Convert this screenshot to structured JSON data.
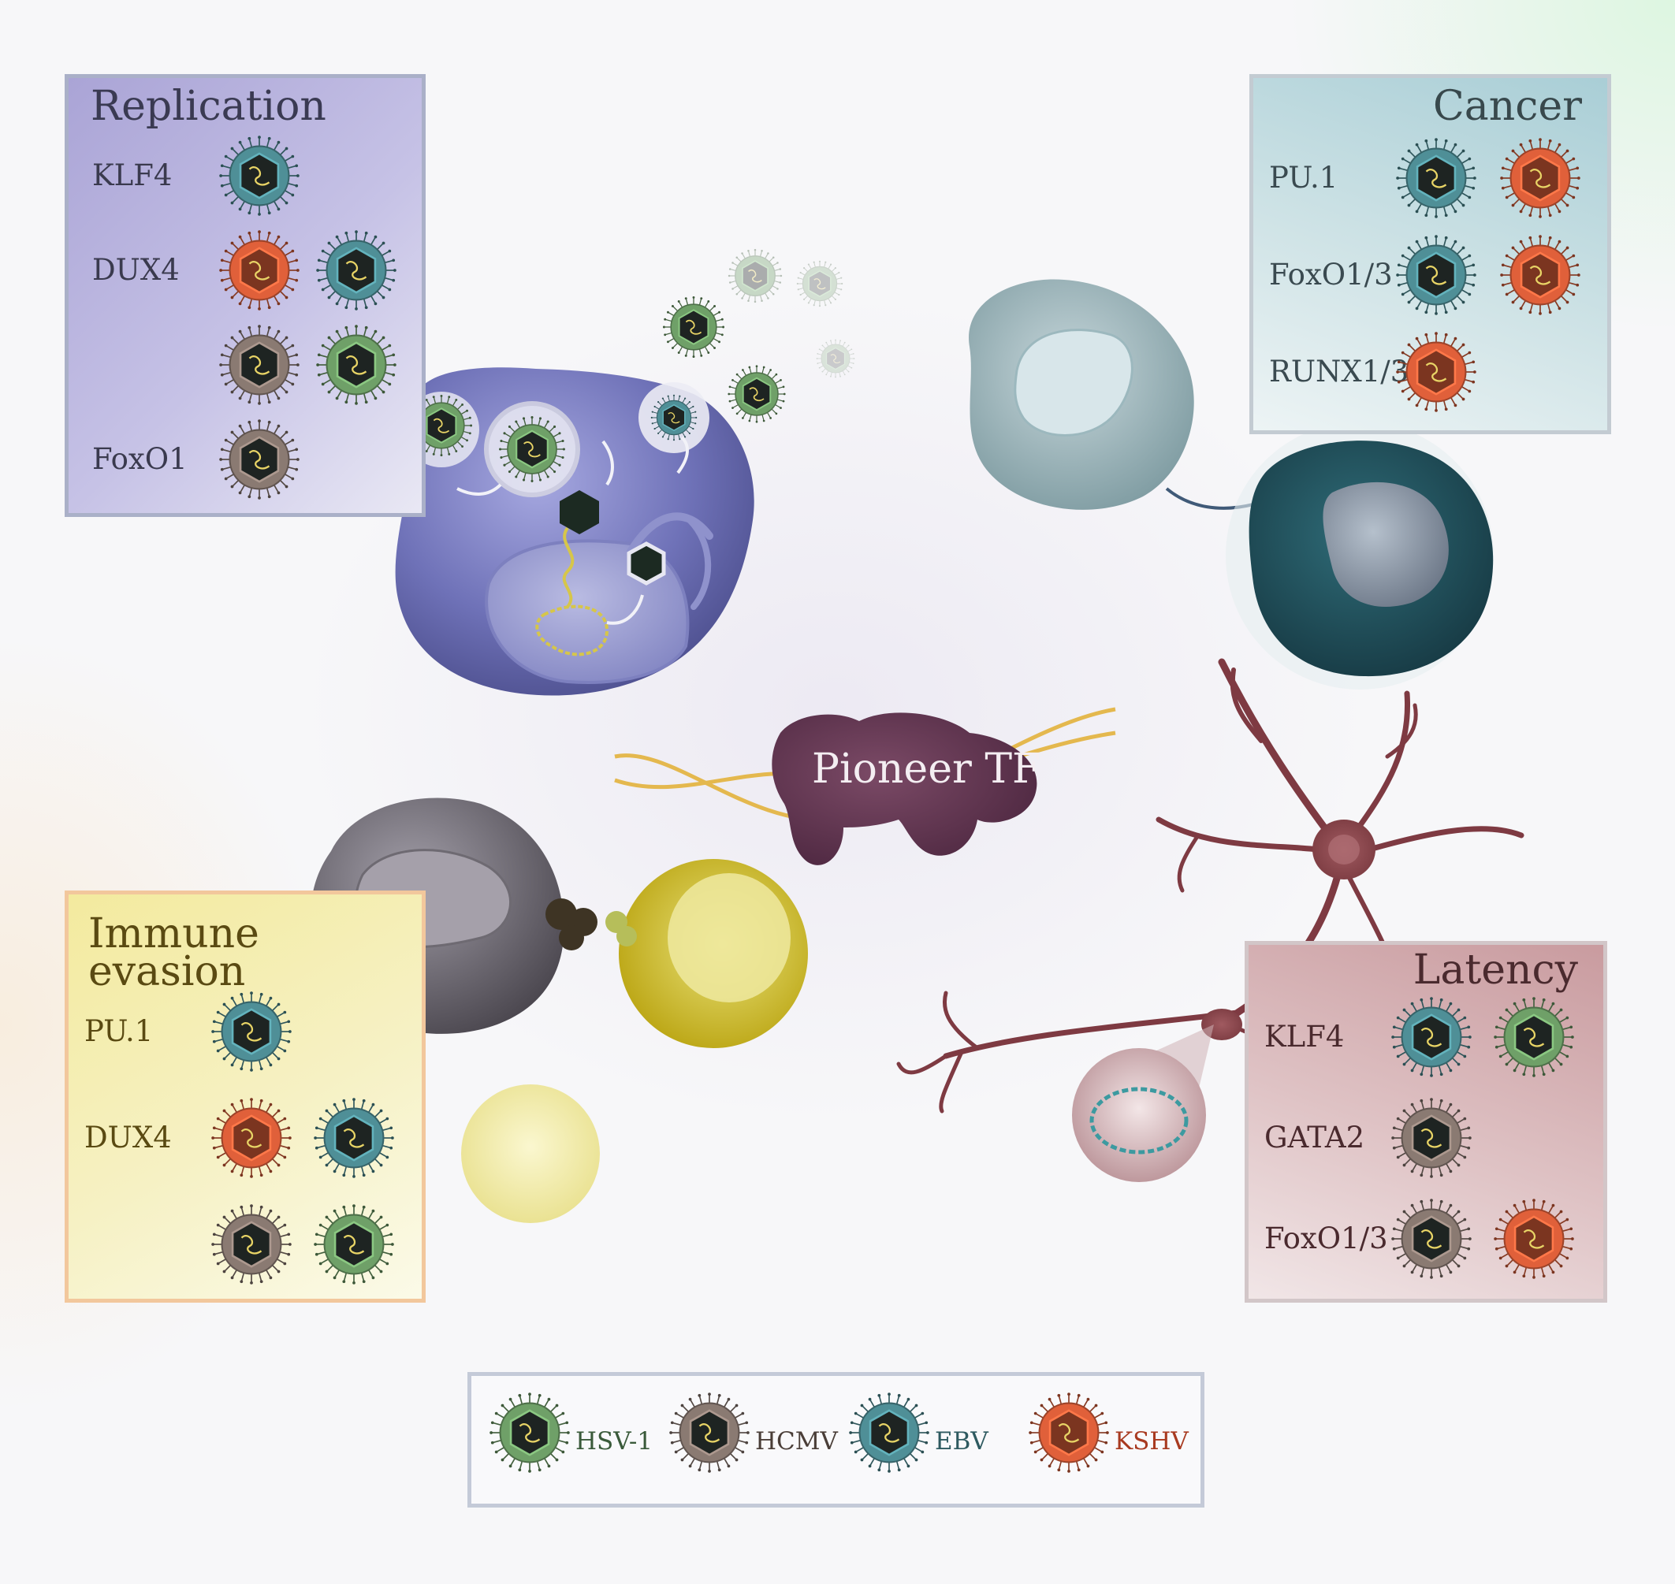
{
  "colors": {
    "HSV-1": "#6fa068",
    "HCMV": "#8a7a72",
    "EBV": "#4f8f97",
    "KSHV": "#e0603a"
  },
  "panels": {
    "replication": {
      "title": "Replication",
      "title_color": "#3a3a52",
      "rows": [
        {
          "tf": "KLF4",
          "viruses": [
            "EBV"
          ]
        },
        {
          "tf": "DUX4",
          "viruses": [
            "KSHV",
            "EBV"
          ]
        },
        {
          "tf": "",
          "viruses": [
            "HCMV",
            "HSV-1"
          ]
        },
        {
          "tf": "FoxO1",
          "viruses": [
            "HCMV"
          ]
        }
      ]
    },
    "cancer": {
      "title": "Cancer",
      "title_color": "#38484c",
      "rows": [
        {
          "tf": "PU.1",
          "viruses": [
            "EBV",
            "KSHV"
          ]
        },
        {
          "tf": "FoxO1/3",
          "viruses": [
            "EBV",
            "KSHV"
          ]
        },
        {
          "tf": "RUNX1/3",
          "viruses": [
            "KSHV"
          ]
        }
      ]
    },
    "immune": {
      "title_line1": "Immune",
      "title_line2": "evasion",
      "title_color": "#5a4a12",
      "rows": [
        {
          "tf": "PU.1",
          "viruses": [
            "EBV"
          ]
        },
        {
          "tf": "DUX4",
          "viruses": [
            "KSHV",
            "EBV"
          ]
        },
        {
          "tf": "",
          "viruses": [
            "HCMV",
            "HSV-1"
          ]
        }
      ]
    },
    "latency": {
      "title": "Latency",
      "title_color": "#4a2a2e",
      "rows": [
        {
          "tf": "KLF4",
          "viruses": [
            "EBV",
            "HSV-1"
          ]
        },
        {
          "tf": "GATA2",
          "viruses": [
            "HCMV"
          ]
        },
        {
          "tf": "FoxO1/3",
          "viruses": [
            "HCMV",
            "KSHV"
          ]
        }
      ]
    }
  },
  "center": {
    "label": "Pioneer TF"
  },
  "legend": {
    "items": [
      {
        "virus": "HSV-1",
        "label": "HSV-1",
        "label_color": "#3a5a3a"
      },
      {
        "virus": "HCMV",
        "label": "HCMV",
        "label_color": "#4a3e38"
      },
      {
        "virus": "EBV",
        "label": "EBV",
        "label_color": "#2e5a60"
      },
      {
        "virus": "KSHV",
        "label": "KSHV",
        "label_color": "#a83a20"
      }
    ]
  }
}
